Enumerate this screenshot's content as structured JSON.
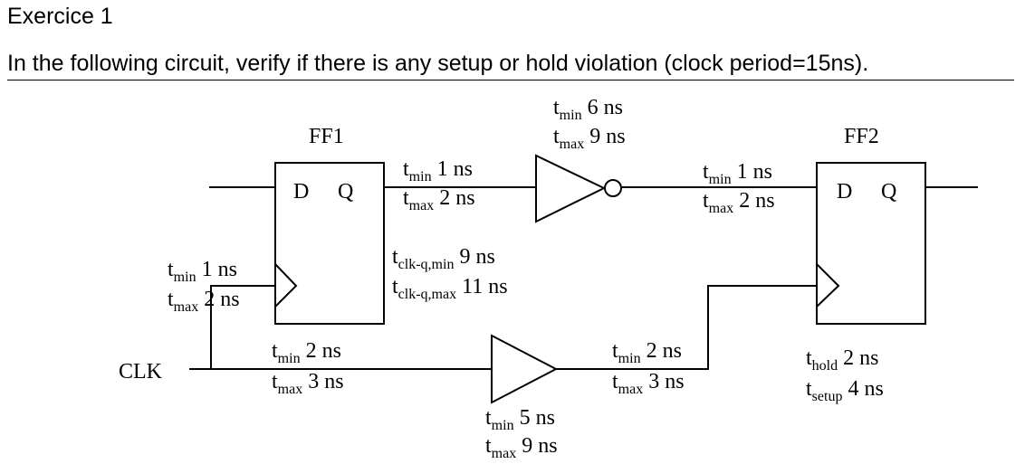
{
  "heading": "Exercice 1",
  "question": "In the following circuit, verify if there is any setup or hold violation (clock period=15ns).",
  "circuit": {
    "ff1": {
      "name": "FF1",
      "d_pin": "D",
      "q_pin": "Q"
    },
    "ff2": {
      "name": "FF2",
      "d_pin": "D",
      "q_pin": "Q"
    },
    "clk_label": "CLK",
    "wire_ff1_to_inverter": {
      "min": "1 ns",
      "max": "2 ns"
    },
    "inverter": {
      "min": "6 ns",
      "max": "9 ns"
    },
    "wire_inverter_to_ff2": {
      "min": "1 ns",
      "max": "2 ns"
    },
    "clk_to_ff1": {
      "min": "1 ns",
      "max": "2 ns"
    },
    "clk_to_buffer": {
      "min": "2 ns",
      "max": "3 ns"
    },
    "buffer": {
      "min": "5 ns",
      "max": "9 ns"
    },
    "buffer_to_ff2": {
      "min": "2 ns",
      "max": "3 ns"
    },
    "ff1_clk_q": {
      "min": "9 ns",
      "max": "11 ns"
    },
    "ff2_timing": {
      "hold": "2 ns",
      "setup": "4 ns"
    }
  },
  "subscripts": {
    "min": "min",
    "max": "max",
    "clkq_min": "clk-q,min",
    "clkq_max": "clk-q,max",
    "hold": "hold",
    "setup": "setup"
  }
}
